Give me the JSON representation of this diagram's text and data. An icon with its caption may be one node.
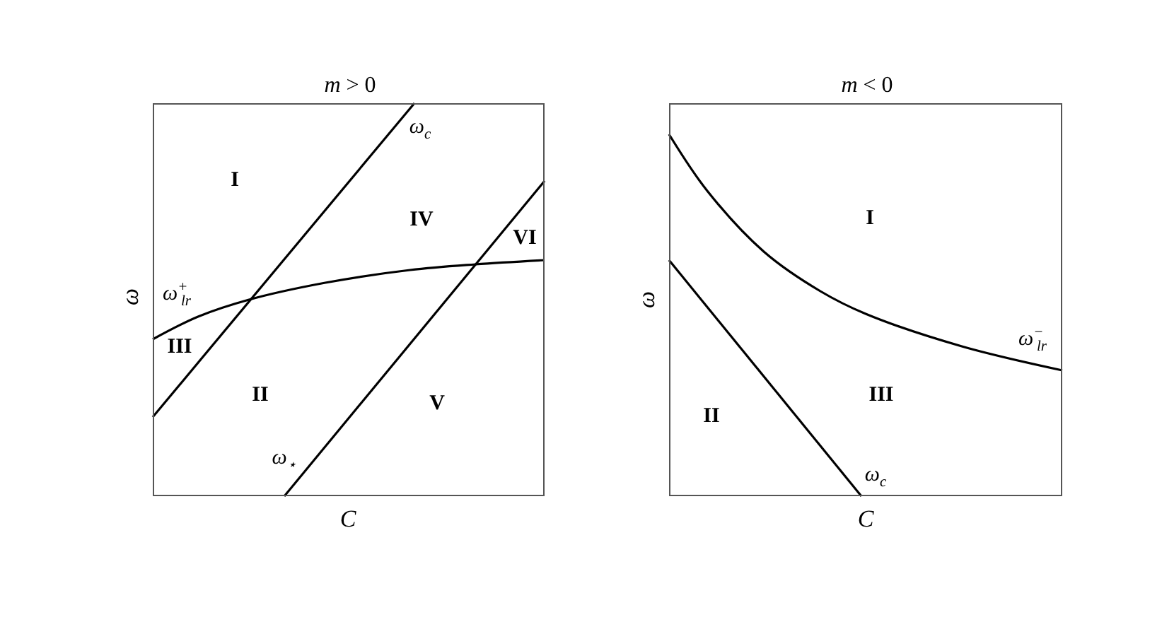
{
  "diagram": {
    "nodes": [
      {
        "text": [
          "*m* > 0"
        ]
      },
      {
        "text": [
          "*m* < 0"
        ]
      }
    ],
    "labels": [
      "ω$_{c}$",
      "I",
      "IV",
      "VI",
      "ω$^{+}$$_{lr}$",
      "ω",
      "III",
      "II",
      "V",
      "ω$_{⋆}$",
      "C",
      "I",
      "ω",
      "ω$^{−}$$_{lr}$",
      "III",
      "II",
      "ω$_{c}$",
      "C"
    ]
  }
}
